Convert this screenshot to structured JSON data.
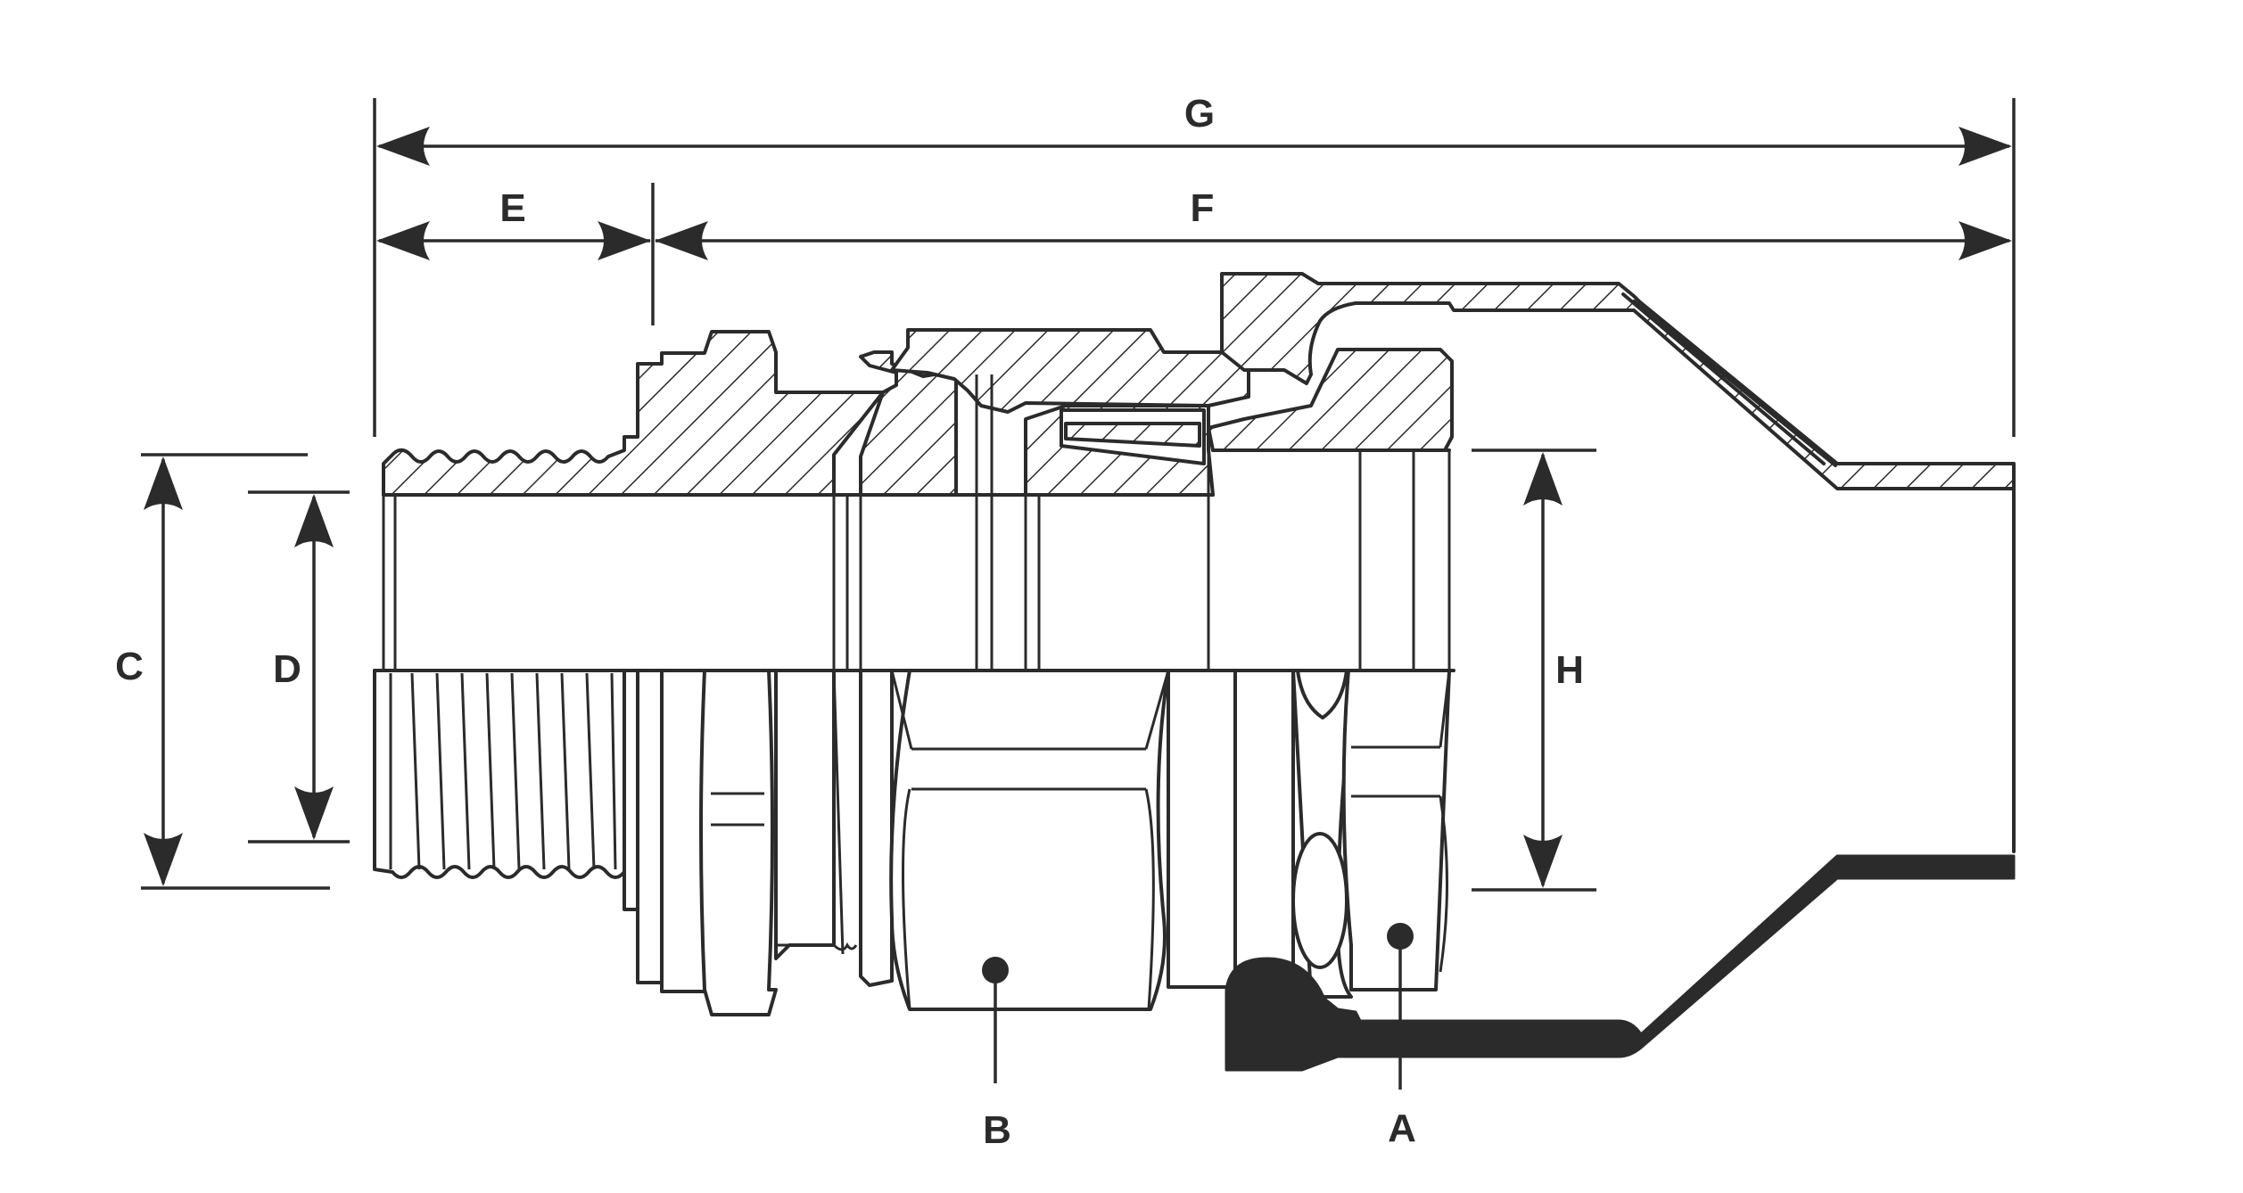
{
  "labels": {
    "a": "A",
    "b": "B",
    "c": "C",
    "d": "D",
    "e": "E",
    "f": "F",
    "g": "G",
    "h": "H"
  },
  "colors": {
    "line": "#2b2b2b",
    "background": "#ffffff"
  }
}
